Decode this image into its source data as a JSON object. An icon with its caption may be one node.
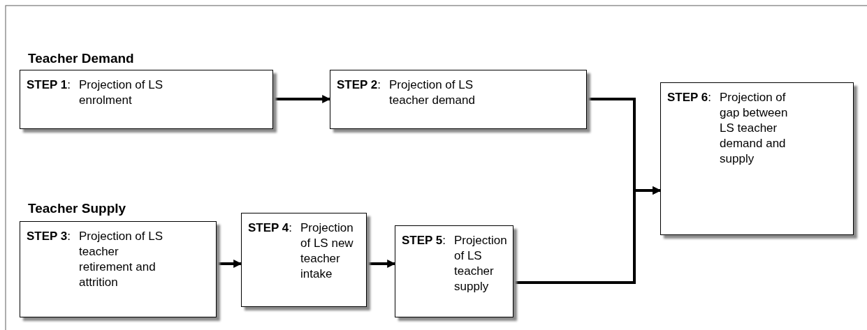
{
  "diagram": {
    "nodes": [
      {
        "text": [
          "**STEP 1**:",
          "Projection of LS enrolment"
        ]
      },
      {
        "text": [
          "**STEP 2**:",
          "Projection of LS teacher demand"
        ]
      },
      {
        "text": [
          "**STEP 6**:",
          "Projection of gap between LS teacher demand and supply"
        ]
      },
      {
        "text": [
          "**STEP 3**:",
          "Projection of LS teacher retirement and attrition"
        ]
      },
      {
        "text": [
          "**STEP 4**:",
          "Projection of LS new teacher intake"
        ]
      },
      {
        "text": [
          "**STEP 5**:",
          "Projection of LS teacher supply"
        ]
      }
    ],
    "edges": [
      {
        "from": 0,
        "to": 1,
        "arrow": "to"
      },
      {
        "from": 1,
        "to": 2,
        "arrow": "to"
      },
      {
        "from": 5,
        "to": 2,
        "arrow": "to"
      },
      {
        "from": 3,
        "to": 4,
        "arrow": "to"
      },
      {
        "from": 4,
        "to": 5,
        "arrow": "to"
      }
    ],
    "labels": [
      "Teacher Demand",
      "Teacher Supply"
    ]
  }
}
